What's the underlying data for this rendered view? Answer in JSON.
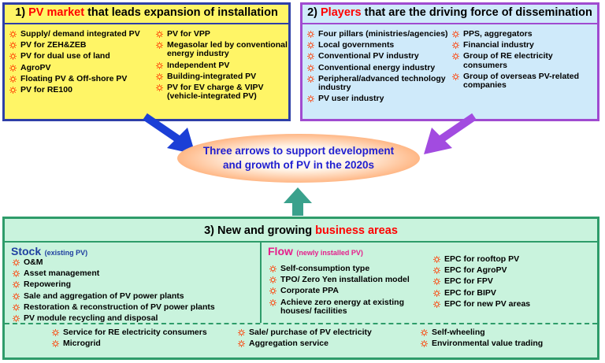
{
  "market": {
    "title_num": "1)",
    "title_highlight": "PV market",
    "title_rest": "that leads expansion of installation",
    "left_items": [
      "Supply/ demand integrated PV",
      "PV for ZEH&ZEB",
      "PV for dual use of land",
      "AgroPV",
      "Floating PV  & Off-shore PV",
      "PV for RE100"
    ],
    "right_items": [
      "PV for VPP",
      "Megasolar led by conventional energy industry",
      "Independent PV",
      "Building-integrated PV",
      "PV for EV charge & VIPV (vehicle-integrated PV)"
    ]
  },
  "players": {
    "title_num": "2)",
    "title_highlight": "Players",
    "title_rest": "that are the driving force of dissemination",
    "left_items": [
      "Four pillars (ministries/agencies)",
      "Local governments",
      "Conventional PV industry",
      "Conventional energy industry",
      "Peripheral/advanced technology industry",
      "PV user industry"
    ],
    "right_items": [
      "PPS, aggregators",
      "Financial industry",
      "Group of RE electricity consumers",
      "Group of overseas PV-related companies"
    ]
  },
  "center": {
    "text": "Three arrows to support development and growth of PV in the 2020s"
  },
  "business": {
    "title_num": "3) New and growing",
    "title_highlight": "business areas",
    "stock": {
      "label": "Stock",
      "sub": "(existing PV)",
      "items": [
        "O&M",
        "Asset management",
        "Repowering",
        "Sale and aggregation of PV power plants",
        "Restoration & reconstruction of PV power plants",
        "PV module recycling and disposal"
      ]
    },
    "flow": {
      "label": "Flow",
      "sub": "(newly installed PV)",
      "left_items": [
        "Self-consumption type",
        "TPO/ Zero Yen installation model",
        "Corporate PPA",
        "Achieve zero energy at existing houses/ facilities"
      ],
      "right_items": [
        "EPC for rooftop PV",
        "EPC for AgroPV",
        "EPC for FPV",
        "EPC for BIPV",
        "EPC for new PV areas"
      ]
    },
    "bottom": [
      [
        "Service for RE electricity consumers",
        "Microgrid"
      ],
      [
        "Sale/ purchase of PV electricity",
        "Aggregation service"
      ],
      [
        "Self-wheeling",
        "Environmental value trading"
      ]
    ]
  },
  "colors": {
    "market_fill": "#fff566",
    "market_border": "#2e3fa8",
    "players_fill": "#cfeafa",
    "players_border": "#a04bd0",
    "business_fill": "#c9f3dd",
    "business_border": "#2e9c6a",
    "arrow_blue": "#1b3fd6",
    "arrow_purple": "#a24be0",
    "arrow_teal": "#3aa18c",
    "sun": "#ff3b00"
  },
  "icons": {
    "bullet": "sun-icon"
  }
}
